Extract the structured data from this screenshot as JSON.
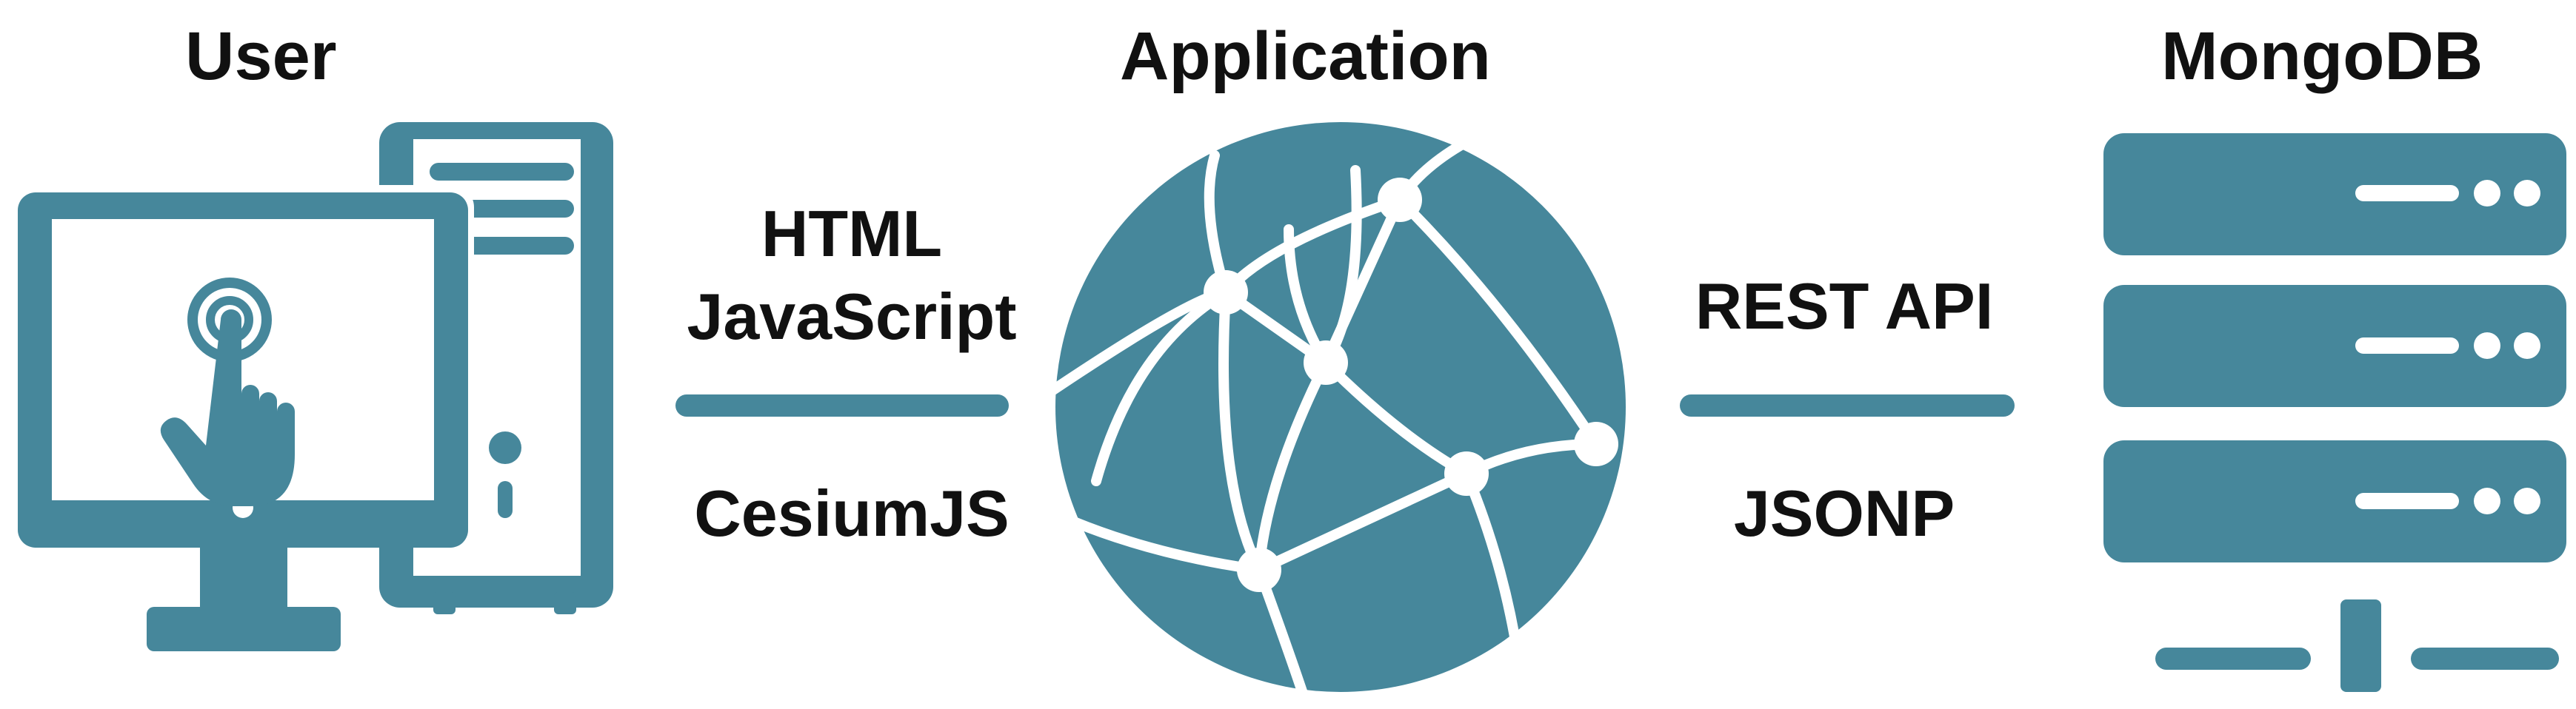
{
  "headings": {
    "user": "User",
    "application": "Application",
    "database": "MongoDB"
  },
  "left_link": {
    "top_line_1": "HTML",
    "top_line_2": "JavaScript",
    "bottom": "CesiumJS"
  },
  "right_link": {
    "top": "REST API",
    "bottom": "JSONP"
  },
  "icons": {
    "user": "computer-touch-icon",
    "application": "network-globe-icon",
    "database": "server-stack-icon"
  },
  "colors": {
    "accent": "#46879b",
    "text": "#111111",
    "background": "#ffffff"
  }
}
